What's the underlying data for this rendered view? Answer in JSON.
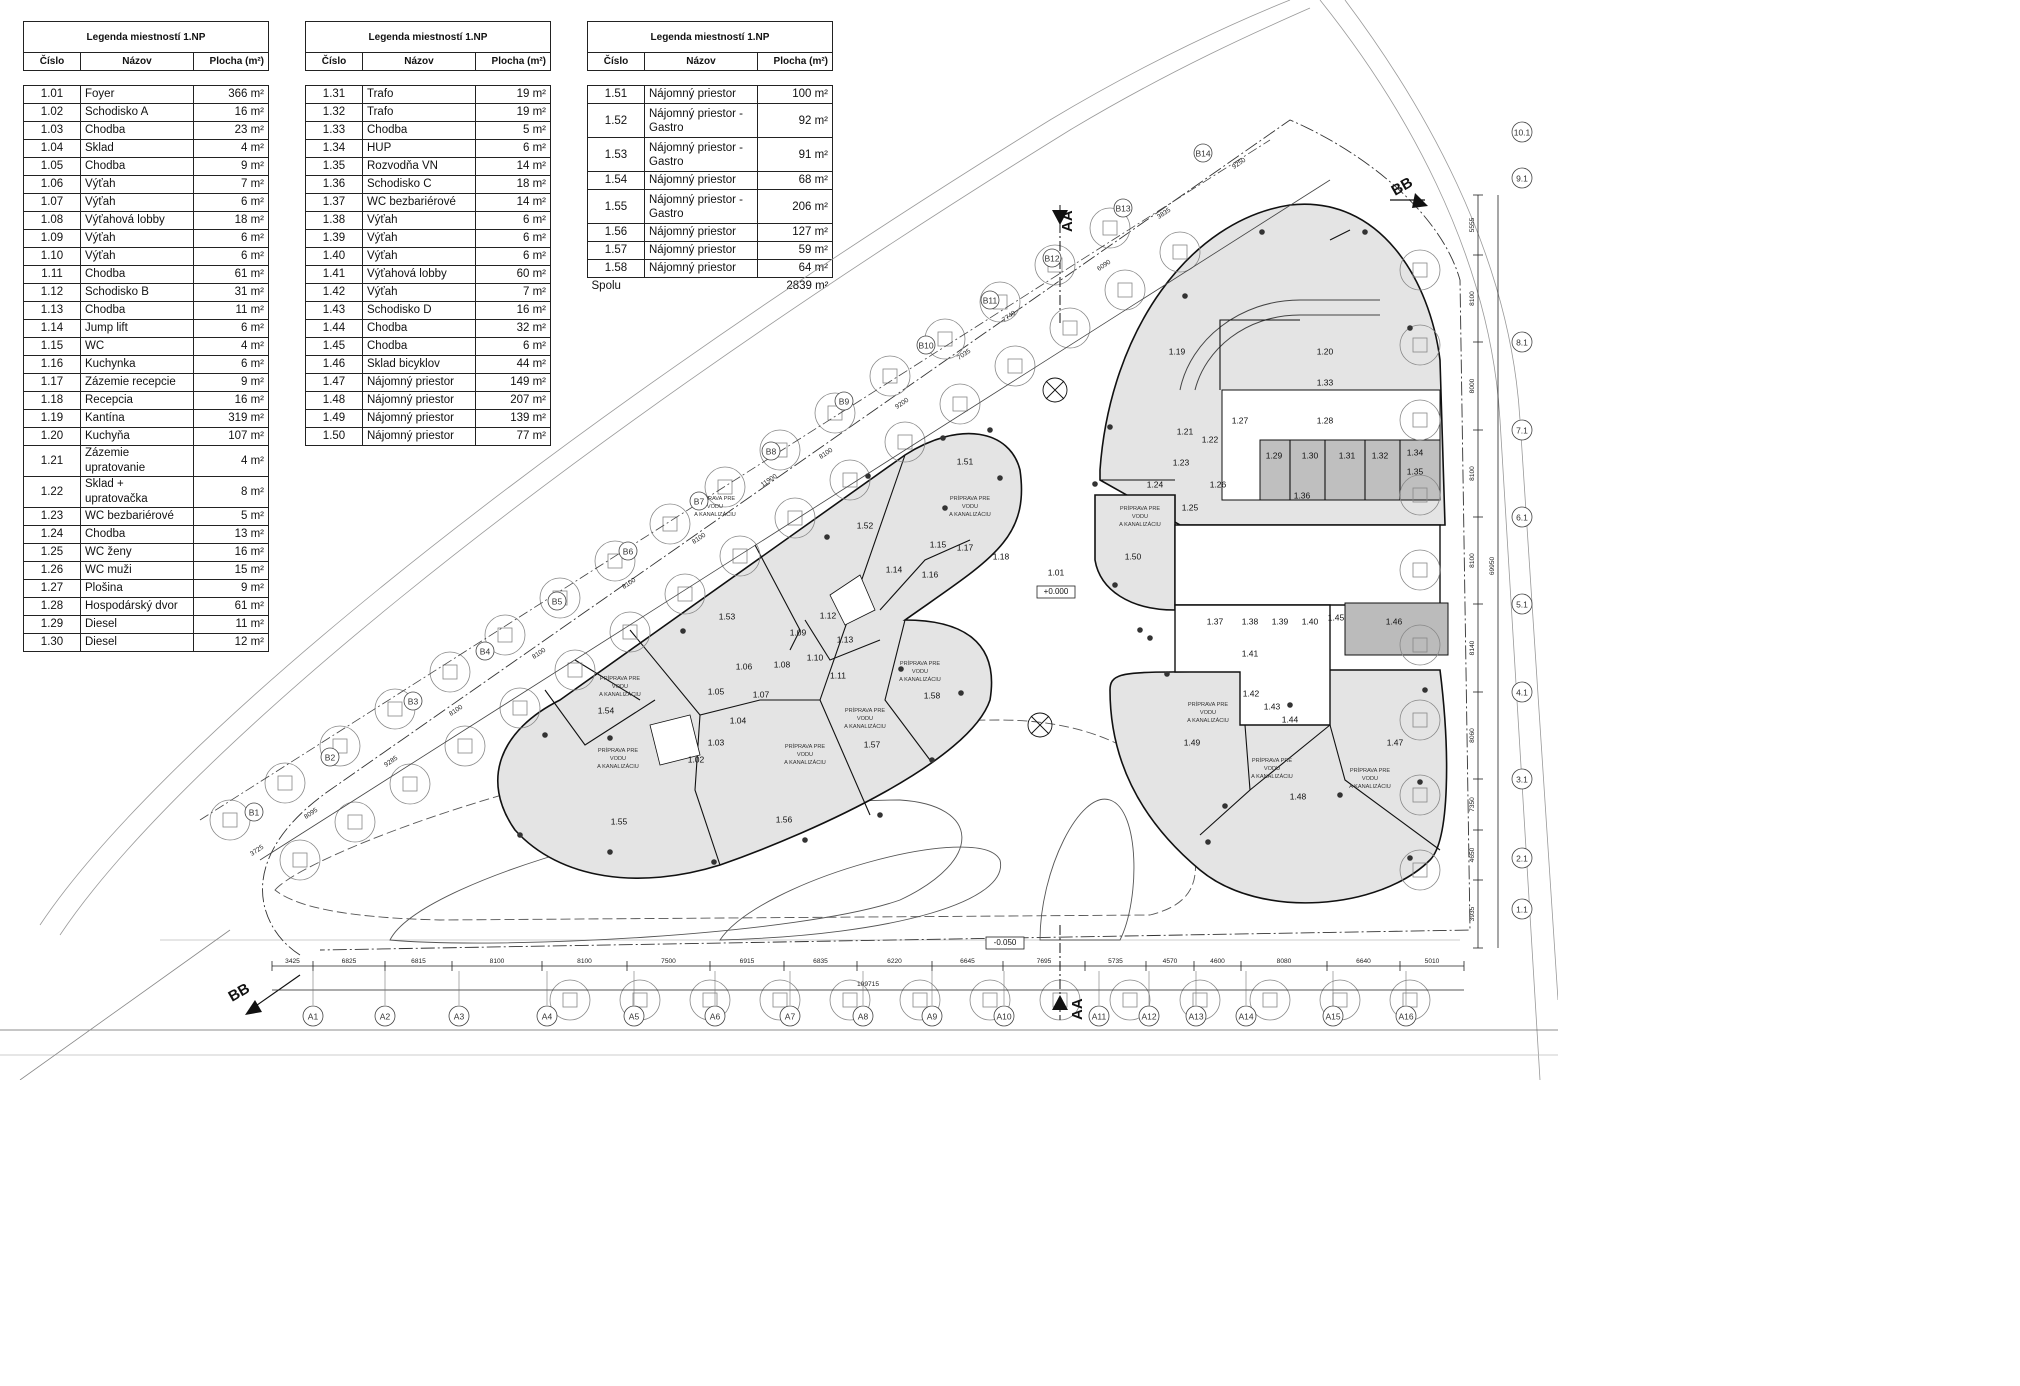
{
  "legends": [
    {
      "title": "Legenda miestností 1.NP",
      "headers": [
        "Číslo",
        "Názov",
        "Plocha (m²)"
      ],
      "rows": [
        [
          "1.01",
          "Foyer",
          "366 m²"
        ],
        [
          "1.02",
          "Schodisko A",
          "16 m²"
        ],
        [
          "1.03",
          "Chodba",
          "23 m²"
        ],
        [
          "1.04",
          "Sklad",
          "4 m²"
        ],
        [
          "1.05",
          "Chodba",
          "9 m²"
        ],
        [
          "1.06",
          "Výťah",
          "7 m²"
        ],
        [
          "1.07",
          "Výťah",
          "6 m²"
        ],
        [
          "1.08",
          "Výťahová lobby",
          "18 m²"
        ],
        [
          "1.09",
          "Výťah",
          "6 m²"
        ],
        [
          "1.10",
          "Výťah",
          "6 m²"
        ],
        [
          "1.11",
          "Chodba",
          "61 m²"
        ],
        [
          "1.12",
          "Schodisko B",
          "31 m²"
        ],
        [
          "1.13",
          "Chodba",
          "11 m²"
        ],
        [
          "1.14",
          "Jump lift",
          "6 m²"
        ],
        [
          "1.15",
          "WC",
          "4 m²"
        ],
        [
          "1.16",
          "Kuchynka",
          "6 m²"
        ],
        [
          "1.17",
          "Zázemie recepcie",
          "9 m²"
        ],
        [
          "1.18",
          "Recepcia",
          "16 m²"
        ],
        [
          "1.19",
          "Kantína",
          "319 m²"
        ],
        [
          "1.20",
          "Kuchyňa",
          "107 m²"
        ],
        [
          "1.21",
          "Zázemie upratovanie",
          "4 m²"
        ],
        [
          "1.22",
          "Sklad + upratovačka",
          "8 m²"
        ],
        [
          "1.23",
          "WC bezbariérové",
          "5 m²"
        ],
        [
          "1.24",
          "Chodba",
          "13 m²"
        ],
        [
          "1.25",
          "WC ženy",
          "16 m²"
        ],
        [
          "1.26",
          "WC muži",
          "15 m²"
        ],
        [
          "1.27",
          "Plošina",
          "9 m²"
        ],
        [
          "1.28",
          "Hospodárský dvor",
          "61 m²"
        ],
        [
          "1.29",
          "Diesel",
          "11 m²"
        ],
        [
          "1.30",
          "Diesel",
          "12 m²"
        ]
      ]
    },
    {
      "title": "Legenda miestností 1.NP",
      "headers": [
        "Číslo",
        "Názov",
        "Plocha (m²)"
      ],
      "rows": [
        [
          "1.31",
          "Trafo",
          "19 m²"
        ],
        [
          "1.32",
          "Trafo",
          "19 m²"
        ],
        [
          "1.33",
          "Chodba",
          "5 m²"
        ],
        [
          "1.34",
          "HUP",
          "6 m²"
        ],
        [
          "1.35",
          "Rozvodňa VN",
          "14 m²"
        ],
        [
          "1.36",
          "Schodisko C",
          "18 m²"
        ],
        [
          "1.37",
          "WC bezbariérové",
          "14 m²"
        ],
        [
          "1.38",
          "Výťah",
          "6 m²"
        ],
        [
          "1.39",
          "Výťah",
          "6 m²"
        ],
        [
          "1.40",
          "Výťah",
          "6 m²"
        ],
        [
          "1.41",
          "Výťahová lobby",
          "60 m²"
        ],
        [
          "1.42",
          "Výťah",
          "7 m²"
        ],
        [
          "1.43",
          "Schodisko D",
          "16 m²"
        ],
        [
          "1.44",
          "Chodba",
          "32 m²"
        ],
        [
          "1.45",
          "Chodba",
          "6 m²"
        ],
        [
          "1.46",
          "Sklad bicyklov",
          "44 m²"
        ],
        [
          "1.47",
          "Nájomný priestor",
          "149 m²"
        ],
        [
          "1.48",
          "Nájomný priestor",
          "207 m²"
        ],
        [
          "1.49",
          "Nájomný priestor",
          "139 m²"
        ],
        [
          "1.50",
          "Nájomný priestor",
          "77 m²"
        ]
      ]
    },
    {
      "title": "Legenda miestností 1.NP",
      "headers": [
        "Číslo",
        "Názov",
        "Plocha (m²)"
      ],
      "rows": [
        [
          "1.51",
          "Nájomný priestor",
          "100 m²"
        ],
        [
          "1.52",
          "Nájomný priestor - Gastro",
          "92 m²"
        ],
        [
          "1.53",
          "Nájomný priestor - Gastro",
          "91 m²"
        ],
        [
          "1.54",
          "Nájomný priestor",
          "68 m²"
        ],
        [
          "1.55",
          "Nájomný priestor - Gastro",
          "206 m²"
        ],
        [
          "1.56",
          "Nájomný priestor",
          "127 m²"
        ],
        [
          "1.57",
          "Nájomný priestor",
          "59 m²"
        ],
        [
          "1.58",
          "Nájomný priestor",
          "64 m²"
        ]
      ],
      "total_label": "Spolu",
      "total_value": "2839 m²"
    }
  ],
  "plan": {
    "note_text": [
      "PRÍPRAVA PRE",
      "VODU",
      "A KANALIZÁCIU"
    ],
    "note_text_alt": [
      "PRÍPRAVA PRE",
      "VODU A KANALIZÁCIU"
    ],
    "level_main": "+0.000",
    "level_ext": "-0.050",
    "section_aa": "AA",
    "section_bb": "BB",
    "total_dim": "109715",
    "bottom_dims": [
      "3425",
      "6825",
      "6815",
      "8100",
      "8100",
      "7500",
      "6915",
      "6835",
      "6220",
      "6645",
      "7695",
      "5735",
      "4570",
      "4600",
      "8080",
      "6640",
      "5010"
    ],
    "right_dims": [
      "5555",
      "8100",
      "8000",
      "8100",
      "8100",
      "8140",
      "8060",
      "7350",
      "4650",
      "3935"
    ],
    "right_total": "69950",
    "grid_bottom": [
      "A1",
      "A2",
      "A3",
      "A4",
      "A5",
      "A6",
      "A7",
      "A8",
      "A9",
      "A10",
      "A11",
      "A12",
      "A13",
      "A14",
      "A15",
      "A16"
    ],
    "grid_right": [
      "10.1",
      "9.1",
      "8.1",
      "7.1",
      "6.1",
      "5.1",
      "4.1",
      "3.1",
      "2.1",
      "1.1"
    ],
    "grid_diag": [
      "B1",
      "B2",
      "B3",
      "B4",
      "B5",
      "B6",
      "B7",
      "B8",
      "B9",
      "B10",
      "B11",
      "B12",
      "B13",
      "B14"
    ],
    "diag_dims": [
      "3725",
      "8095",
      "9285",
      "8100",
      "8100",
      "8100",
      "8100",
      "11900",
      "8100",
      "9200",
      "7035",
      "7740",
      "6090",
      "3835",
      "9250"
    ]
  }
}
